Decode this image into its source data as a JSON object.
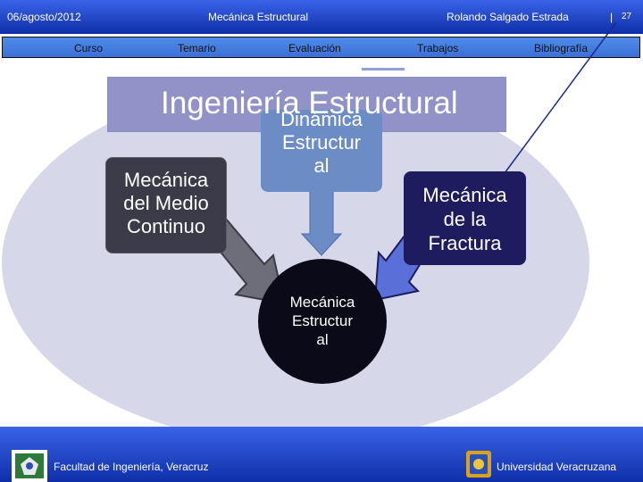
{
  "header": {
    "date": "06/agosto/2012",
    "course": "Mecánica Estructural",
    "author": "Rolando Salgado Estrada",
    "page_sep": "|",
    "page_number": "27"
  },
  "nav": {
    "items": [
      "Curso",
      "Temario",
      "Evaluación",
      "Trabajos",
      "Bibliografía"
    ]
  },
  "diagram": {
    "title": "Ingeniería Estructural",
    "dynamics": "Dinámica\nEstructur\nal",
    "continuum": "Mecánica\ndel Medio\nContinuo",
    "fracture": "Mecánica\nde la\nFractura",
    "center": "Mecánica\nEstructur\nal"
  },
  "footer": {
    "faculty": "Facultad de Ingeniería, Veracruz",
    "university": "Universidad Veracruzana"
  },
  "colors": {
    "bar_blue": "#1f46c9",
    "nav_blue": "#4a84e4",
    "ellipse": "#d6d7e8",
    "title_box": "#9193c8",
    "dynamics_box": "#6c8cc6",
    "continuum_box": "#3a3a48",
    "fracture_box": "#1e1b5e",
    "center_circle": "#0a0a18"
  }
}
